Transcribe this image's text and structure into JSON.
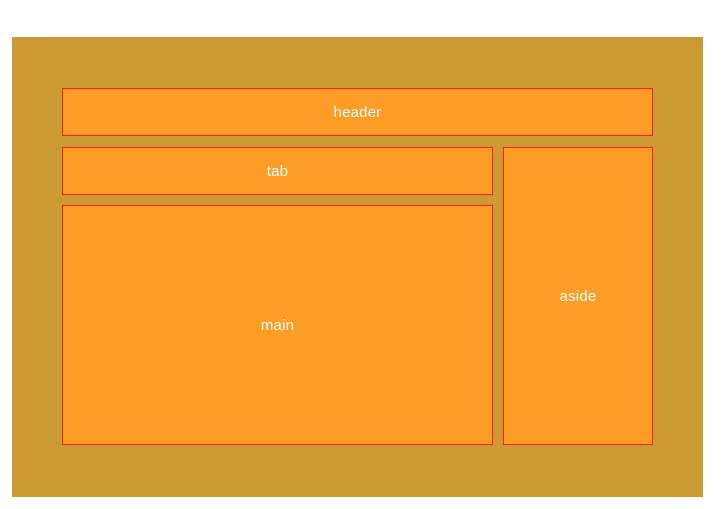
{
  "colors": {
    "page_background": "#ffffff",
    "canvas_background": "#cc9a33",
    "region_fill": "#fe9d26",
    "region_border": "#f91e02",
    "label_text": "#ffffff"
  },
  "regions": {
    "header": {
      "label": "header"
    },
    "tab": {
      "label": "tab"
    },
    "main": {
      "label": "main"
    },
    "aside": {
      "label": "aside"
    }
  }
}
